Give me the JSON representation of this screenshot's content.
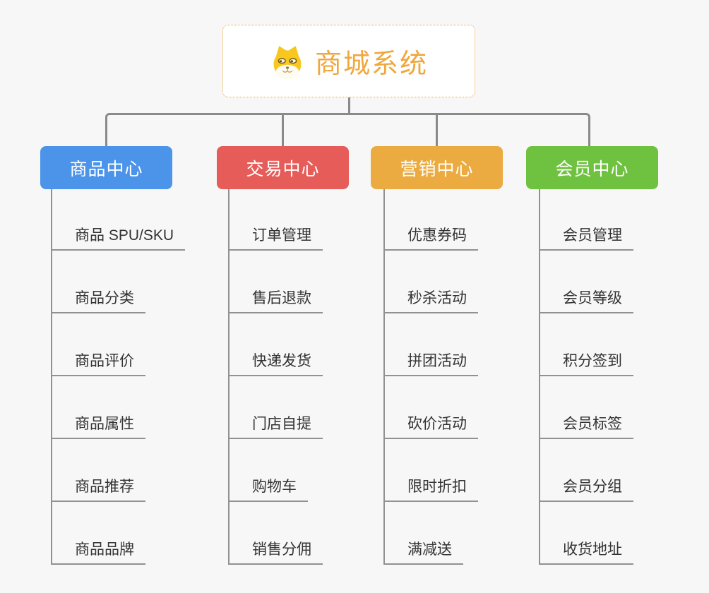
{
  "root": {
    "title": "商城系统",
    "icon": "shiba-dog-icon"
  },
  "branches": [
    {
      "label": "商品中心",
      "color": "#4b94ea",
      "items": [
        "商品 SPU/SKU",
        "商品分类",
        "商品评价",
        "商品属性",
        "商品推荐",
        "商品品牌"
      ]
    },
    {
      "label": "交易中心",
      "color": "#e65c59",
      "items": [
        "订单管理",
        "售后退款",
        "快递发货",
        "门店自提",
        "购物车",
        "销售分佣"
      ]
    },
    {
      "label": "营销中心",
      "color": "#ebab41",
      "items": [
        "优惠券码",
        "秒杀活动",
        "拼团活动",
        "砍价活动",
        "限时折扣",
        "满减送"
      ]
    },
    {
      "label": "会员中心",
      "color": "#6fc23f",
      "items": [
        "会员管理",
        "会员等级",
        "积分签到",
        "会员标签",
        "会员分组",
        "收货地址"
      ]
    }
  ],
  "colors": {
    "background": "#f7f7f7",
    "root_border": "#f2a73c",
    "root_text": "#f0a73c",
    "connector": "#8a8a8a",
    "item_line": "#919191",
    "item_text": "#333333"
  }
}
